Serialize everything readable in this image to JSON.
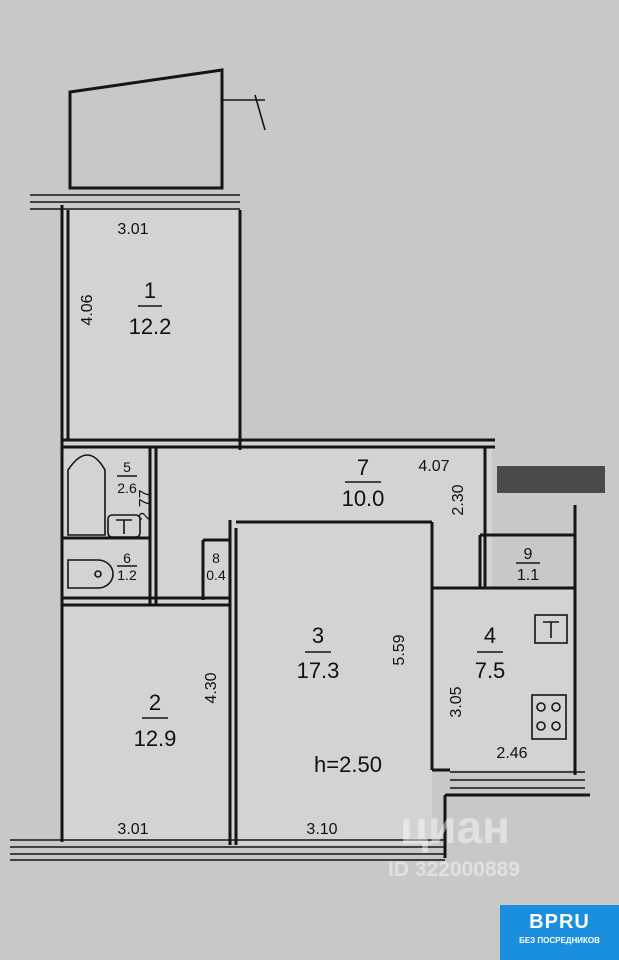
{
  "plan": {
    "ceiling_height": "h=2.50",
    "rooms": [
      {
        "number": "1",
        "area": "12.2"
      },
      {
        "number": "2",
        "area": "12.9"
      },
      {
        "number": "3",
        "area": "17.3"
      },
      {
        "number": "4",
        "area": "7.5"
      },
      {
        "number": "5",
        "area": "2.6"
      },
      {
        "number": "6",
        "area": "1.2"
      },
      {
        "number": "7",
        "area": "10.0"
      },
      {
        "number": "8",
        "area": "0.4"
      },
      {
        "number": "9",
        "area": "1.1"
      }
    ],
    "dimensions": {
      "room1_width": "3.01",
      "room1_length": "4.06",
      "room5_length": "2.77",
      "hall_length": "4.07",
      "hall_width": "2.30",
      "room2_length": "4.30",
      "room2_width": "3.01",
      "room3_length": "5.59",
      "room3_width": "3.10",
      "room4_length": "3.05",
      "room4_width": "2.46"
    }
  },
  "watermark": {
    "brand": "циан",
    "id": "ID 322000889"
  },
  "badge": {
    "title": "BPRU",
    "subtitle": "БЕЗ ПОСРЕДНИКОВ"
  }
}
